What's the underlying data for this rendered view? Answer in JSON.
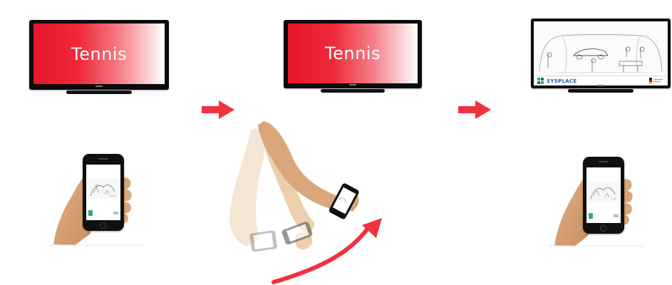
{
  "steps": [
    {
      "tv_title": "Tennis"
    },
    {
      "tv_title": "Tennis"
    },
    {
      "tv_brand": "SYSPLACE"
    }
  ],
  "colors": {
    "accent": "#f0323f",
    "tv_screen_start": "#e8152a",
    "tv_bezel": "#0b0b0b",
    "skin": "#d9a77a",
    "skin_ghost": "#f1dcc4"
  },
  "icons": [
    "arrow-right-icon",
    "arrow-right-icon",
    "curved-arrow-icon"
  ]
}
